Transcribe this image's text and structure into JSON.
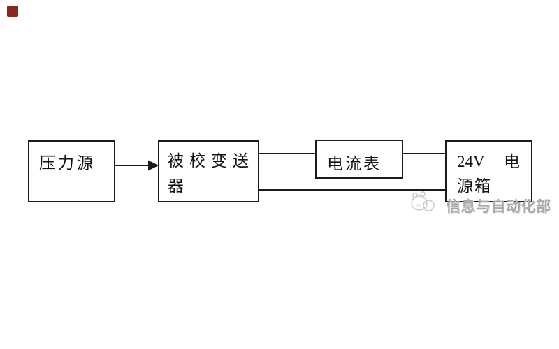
{
  "canvas": {
    "background": "#ffffff",
    "line_color": "#1a1a1a"
  },
  "corner_mark": {
    "color": "#8d2721"
  },
  "boxes": [
    {
      "id": "pressure-source",
      "label": "压力源"
    },
    {
      "id": "transmitter",
      "line1": "被校变送",
      "line2": "器"
    },
    {
      "id": "ammeter",
      "label": "电流表"
    },
    {
      "id": "power-supply",
      "line1_left": "24V",
      "line1_right": "电",
      "line2": "源箱"
    }
  ],
  "connections": [
    {
      "from": "pressure-source",
      "to": "transmitter",
      "style": "arrow"
    },
    {
      "from": "transmitter",
      "to": "ammeter",
      "style": "line"
    },
    {
      "from": "ammeter",
      "to": "power-supply",
      "style": "line"
    },
    {
      "from": "transmitter",
      "to": "power-supply",
      "style": "line"
    }
  ],
  "watermark": {
    "text": "信息与自动化部",
    "color": "#a9a9a9",
    "logo_color": "#c7c7c7"
  }
}
